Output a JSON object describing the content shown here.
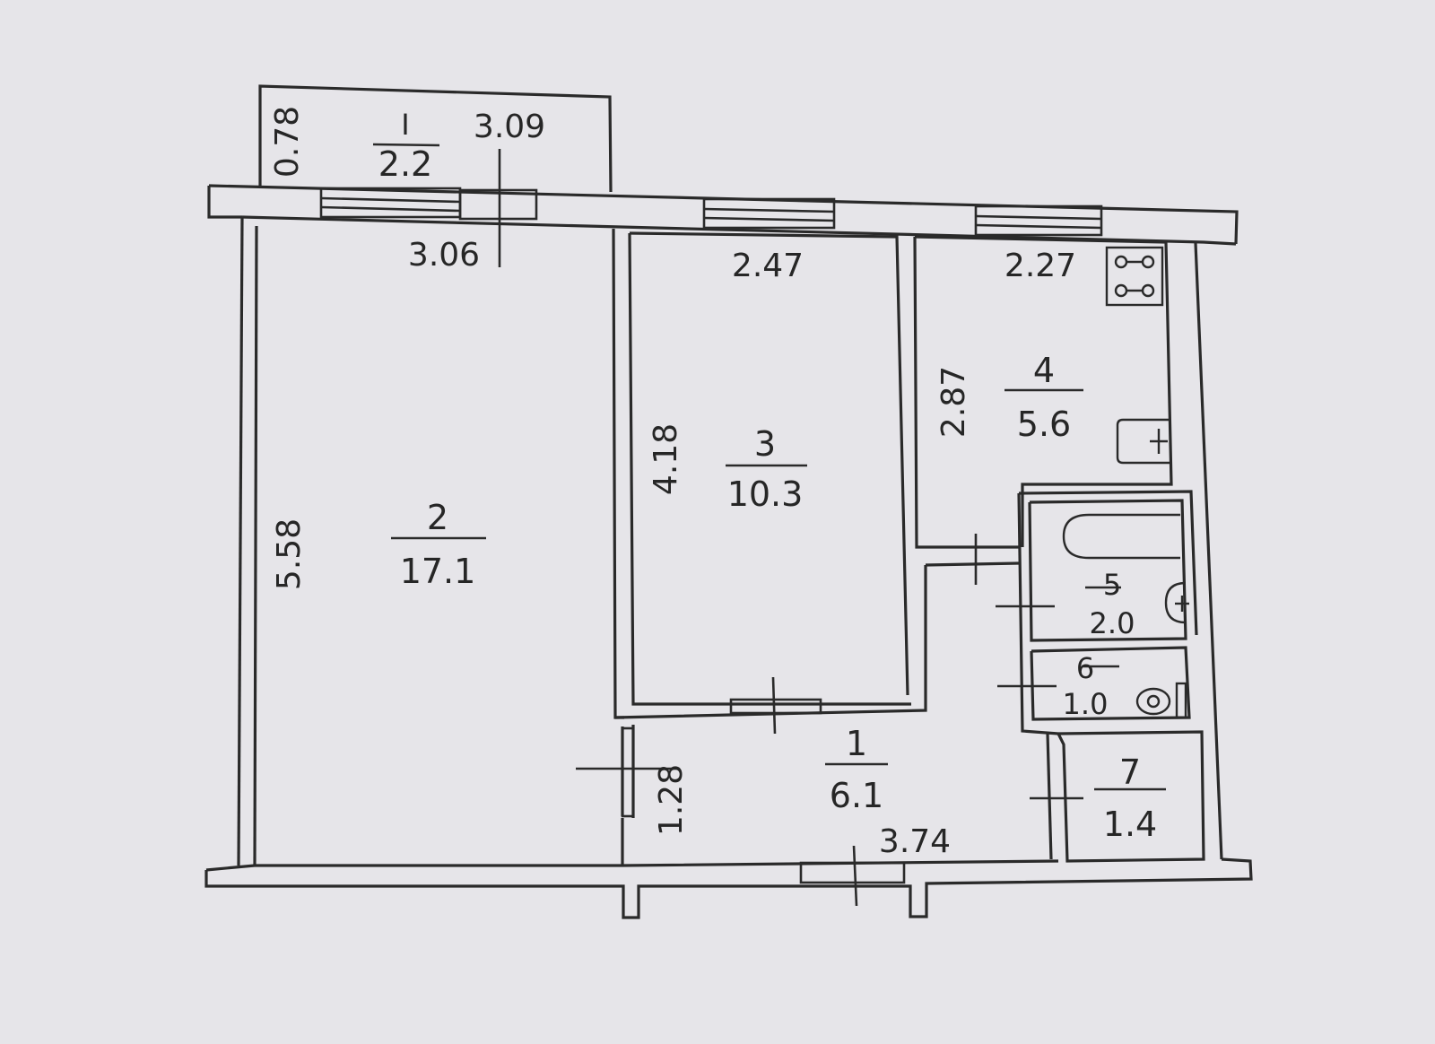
{
  "colors": {
    "paper": "#e6e5e9",
    "ink": "#2a2a2a"
  },
  "balcony": {
    "number": "I",
    "area": "2.2",
    "depth": "0.78",
    "length": "3.09"
  },
  "rooms": [
    {
      "number": "1",
      "area": "6.1"
    },
    {
      "number": "2",
      "area": "17.1"
    },
    {
      "number": "3",
      "area": "10.3"
    },
    {
      "number": "4",
      "area": "5.6"
    },
    {
      "number": "5",
      "area": "2.0"
    },
    {
      "number": "6",
      "area": "1.0"
    },
    {
      "number": "7",
      "area": "1.4"
    }
  ],
  "dimensions": {
    "room2_width": "3.06",
    "room2_length": "5.58",
    "room3_width": "2.47",
    "room3_length": "4.18",
    "room4_width": "2.27",
    "room4_length": "2.87",
    "hall_length": "3.74",
    "hall_width": "1.28"
  },
  "fixtures": [
    "stove-icon",
    "kitchen-sink-icon",
    "bathtub-icon",
    "bath-sink-icon",
    "toilet-icon"
  ]
}
